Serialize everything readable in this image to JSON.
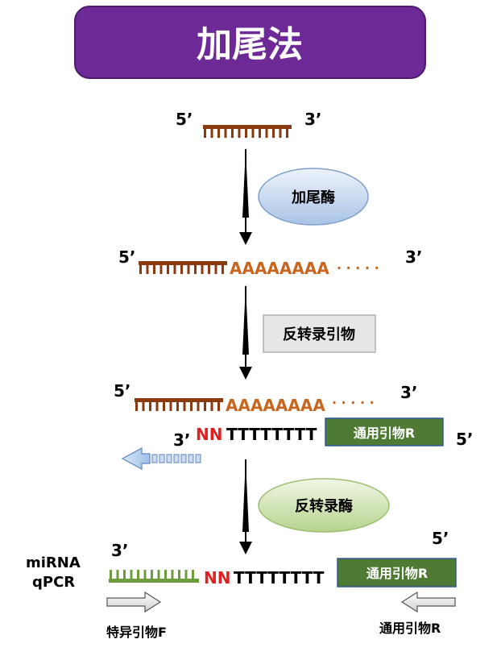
{
  "title": "加尾法",
  "labels": {
    "five_prime": "5’",
    "three_prime": "3’",
    "polyA": "AAAAAAAA",
    "dots": "· · · · ·",
    "nn": "NN",
    "polyT": "TTTTTTTT"
  },
  "steps": {
    "tailing_enzyme": "加尾酶",
    "rt_primer": "反转录引物",
    "rt_enzyme": "反转录酶"
  },
  "primers": {
    "universal_r": "通用引物R"
  },
  "bottom": {
    "method_line1": "miRNA",
    "method_line2": "qPCR",
    "specific_f": "特异引物F",
    "universal_r": "通用引物R"
  },
  "colors": {
    "title_bg": "#6d2a96",
    "brown": "#8b3a10",
    "orange": "#c8651e",
    "green_box": "#4e7a33",
    "green_strand": "#6e9b3c",
    "red": "#e02020"
  }
}
